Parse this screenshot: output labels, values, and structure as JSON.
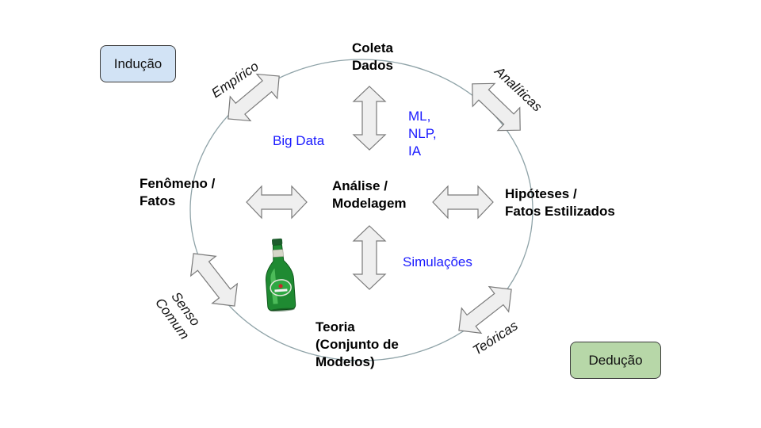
{
  "boxes": {
    "inducao": "Indução",
    "deducao": "Dedução"
  },
  "nodes": {
    "coleta": [
      "Coleta",
      "Dados"
    ],
    "fenomeno": [
      "Fenômeno /",
      "Fatos"
    ],
    "analise": [
      "Análise /",
      "Modelagem"
    ],
    "hipoteses": [
      "Hipóteses /",
      "Fatos Estilizados"
    ],
    "teoria": [
      "Teoria",
      "(Conjunto de",
      "Modelos)"
    ]
  },
  "annotations": {
    "big_data": "Big Data",
    "ml": [
      "ML,",
      "NLP,",
      "IA"
    ],
    "simulacoes": "Simulações"
  },
  "arc_labels": {
    "empirico": "Empírico",
    "analiticas": "Analíticas",
    "senso_comum": [
      "Senso",
      "Comum"
    ],
    "teoricas": "Teóricas"
  },
  "colors": {
    "inducao_fill": "#d2e3f5",
    "deducao_fill": "#b7d7a8",
    "annotation_text": "#1a1aff",
    "circle_stroke": "#8fa3a8",
    "arrow_fill": "#efefef",
    "arrow_stroke": "#7a7a7a"
  },
  "icons": {
    "bottle": "green-beer-bottle-icon"
  }
}
